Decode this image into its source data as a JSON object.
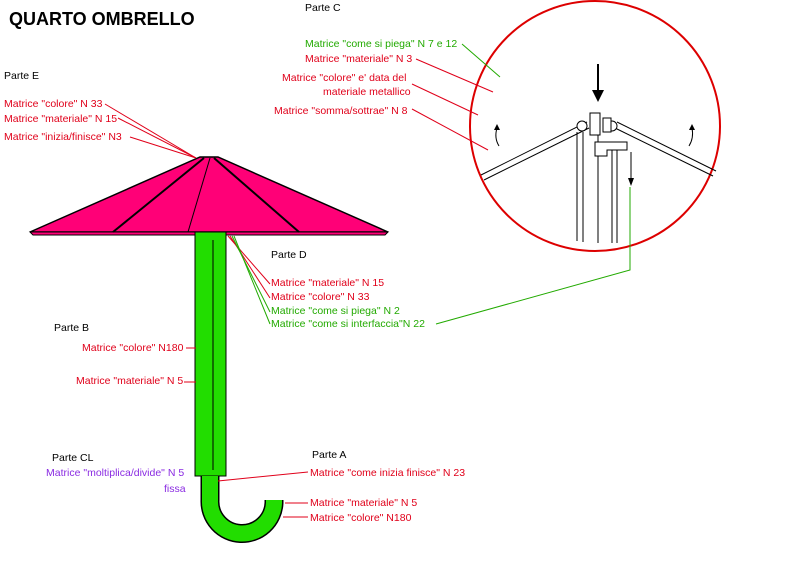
{
  "title": "QUARTO OMBRELLO",
  "colors": {
    "red": "#e0001a",
    "green": "#22aa00",
    "purple": "#8a2be2",
    "canopy": "#ff0077",
    "handle": "#22dd00",
    "outline": "#000000",
    "circle": "#dd0000"
  },
  "parts": {
    "E": {
      "name": "Parte E",
      "labels": [
        "Matrice \"colore\" N 33",
        "Matrice \"materiale\" N 15",
        "Matrice \"inizia/finisce\" N3"
      ]
    },
    "C": {
      "name": "Parte C",
      "labels": [
        "Matrice \"come si piega\" N 7 e 12",
        "Matrice \"materiale\" N 3",
        "Matrice \"colore\" e' data del",
        "materiale metallico",
        "Matrice \"somma/sottrae\" N 8"
      ]
    },
    "D": {
      "name": "Parte D",
      "labels": [
        "Matrice \"materiale\" N 15",
        "Matrice \"colore\" N 33",
        "Matrice \"come si piega\" N  2",
        "Matrice \"come si interfaccia\"N 22"
      ]
    },
    "B": {
      "name": "Parte B",
      "labels": [
        "Matrice \"colore\" N180",
        "Matrice \"materiale\" N 5"
      ]
    },
    "CL": {
      "name": "Parte CL",
      "labels": [
        "Matrice \"moltiplica/divide\" N 5",
        "fissa"
      ]
    },
    "A": {
      "name": "Parte A",
      "labels": [
        "Matrice \"come inizia finisce\" N 23",
        "Matrice \"materiale\" N 5",
        "Matrice \"colore\" N180"
      ]
    }
  }
}
